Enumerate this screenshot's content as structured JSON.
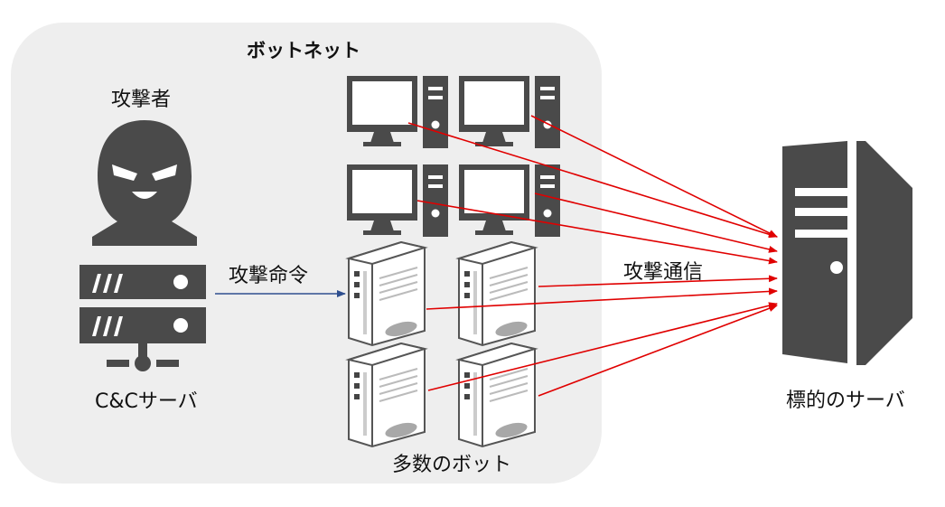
{
  "labels": {
    "botnet": "ボットネット",
    "attacker": "攻撃者",
    "cc_server": "C&Cサーバ",
    "attack_command": "攻撃命令",
    "attack_traffic": "攻撃通信",
    "bots": "多数のボット",
    "target_server": "標的のサーバ"
  },
  "colors": {
    "botnet_background": "#eeeeee",
    "icon_dark": "#4a4a4a",
    "command_arrow": "#2f4f8f",
    "attack_arrow": "#e00000"
  },
  "icons": {
    "attacker": "masked-hacker-icon",
    "cc_server": "rack-server-icon",
    "pc": "desktop-pc-icon",
    "bot_server": "tower-server-icon",
    "target": "tower-server-icon"
  }
}
